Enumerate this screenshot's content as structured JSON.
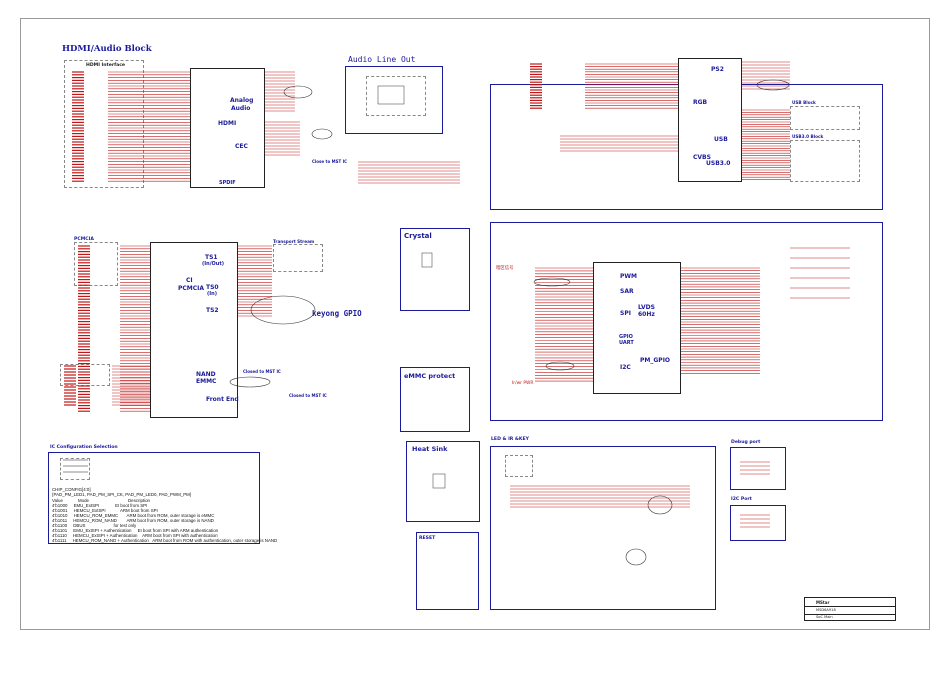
{
  "titles": {
    "hdmi_audio": "HDMI/Audio Block",
    "hdmi_interface": "HDMI Interface",
    "audio_line_out": "Audio Line Out",
    "crystal": "Crystal",
    "keyong_gpio": "keyong GPIO",
    "emmc_protect": "eMMC protect",
    "heat_sink": "Heat Sink",
    "reset": "RESET",
    "led_ir_key": "LED & IR &KEY",
    "ic_config": "IC Configuration Selection",
    "debug_port": "Debug port",
    "i2c_port": "I2C Port",
    "pcmcia": "PCMCIA",
    "transport_stream": "Transport Stream",
    "usb_block": "USB Block",
    "usb3_block": "USB3.0 Block",
    "close_to_mst": "Close to MST IC",
    "closed_to_mst1": "Closed to MST IC",
    "closed_to_mst2": "Closed to MST IC",
    "panel_label": "暗区信号",
    "ir_label": "Ir/wr PWR"
  },
  "blocks": {
    "analog": "Analog",
    "audio": "Audio",
    "hdmi": "HDMI",
    "cec": "CEC",
    "spdif": "SPDIF",
    "ci": "CI",
    "pcmcia": "PCMCIA",
    "ts1": "TS1",
    "ts1_sub": "(In/Out)",
    "ts0": "TS0",
    "ts0_sub": "(In)",
    "ts2": "TS2",
    "nand": "NAND",
    "emmc": "EMMC",
    "front_end": "Front End",
    "rgb": "RGB",
    "usb": "USB",
    "cvbs": "CVBS",
    "usb30": "USB3.0",
    "pwm": "PWM",
    "sar": "SAR",
    "spi": "SPI",
    "lvds": "LVDS",
    "lvds_hz": "60Hz",
    "gpio": "GPIO",
    "uart": "UART",
    "i2c": "I2C",
    "pm_gpio": "PM_GPIO",
    "ps2": "PS2"
  },
  "config": {
    "header1": "CHIP_CONFIG[4:0]",
    "header2": "{PAD_PM_LED1, PAD_PM_SPI_CK, PAD_PM_LED0, PAD_PWM_PM}",
    "col_value": "Value",
    "col_mode": "Mode",
    "col_desc": "Description",
    "rows": [
      "4'b1000     EMU_ExtSPI             EI boot from SPI",
      "4'b1001     HEMCU_ExtSPI            ARM boot from SPI",
      "4'b1010     HEMCU_ROM_EMMC       ARM boot from ROM, outer storage is eMMC",
      "4'b1011     HEMCU_ROM_NAND        ARM boot from ROM, outer storage is NAND",
      "4'b1100     DBUS                       for test only",
      "4'b1101     EMU_ExtSPI + Authentication     EI boot from SPI with ARM authentication",
      "4'b1110     HEMCU_ExtSPI + Authentication    ARM boot from SPI with authentication",
      "4'b1111     HEMCU_ROM_NAND + Authentication   ARM boot from ROM with authentication, outer storage is NAND"
    ]
  },
  "title_block": {
    "company": "MStar",
    "project": "MSD6A918",
    "sheet": "SoC Main"
  },
  "colors": {
    "zone": "#1a1a9a",
    "net": "#c01818",
    "wire": "#1f1f1f"
  }
}
